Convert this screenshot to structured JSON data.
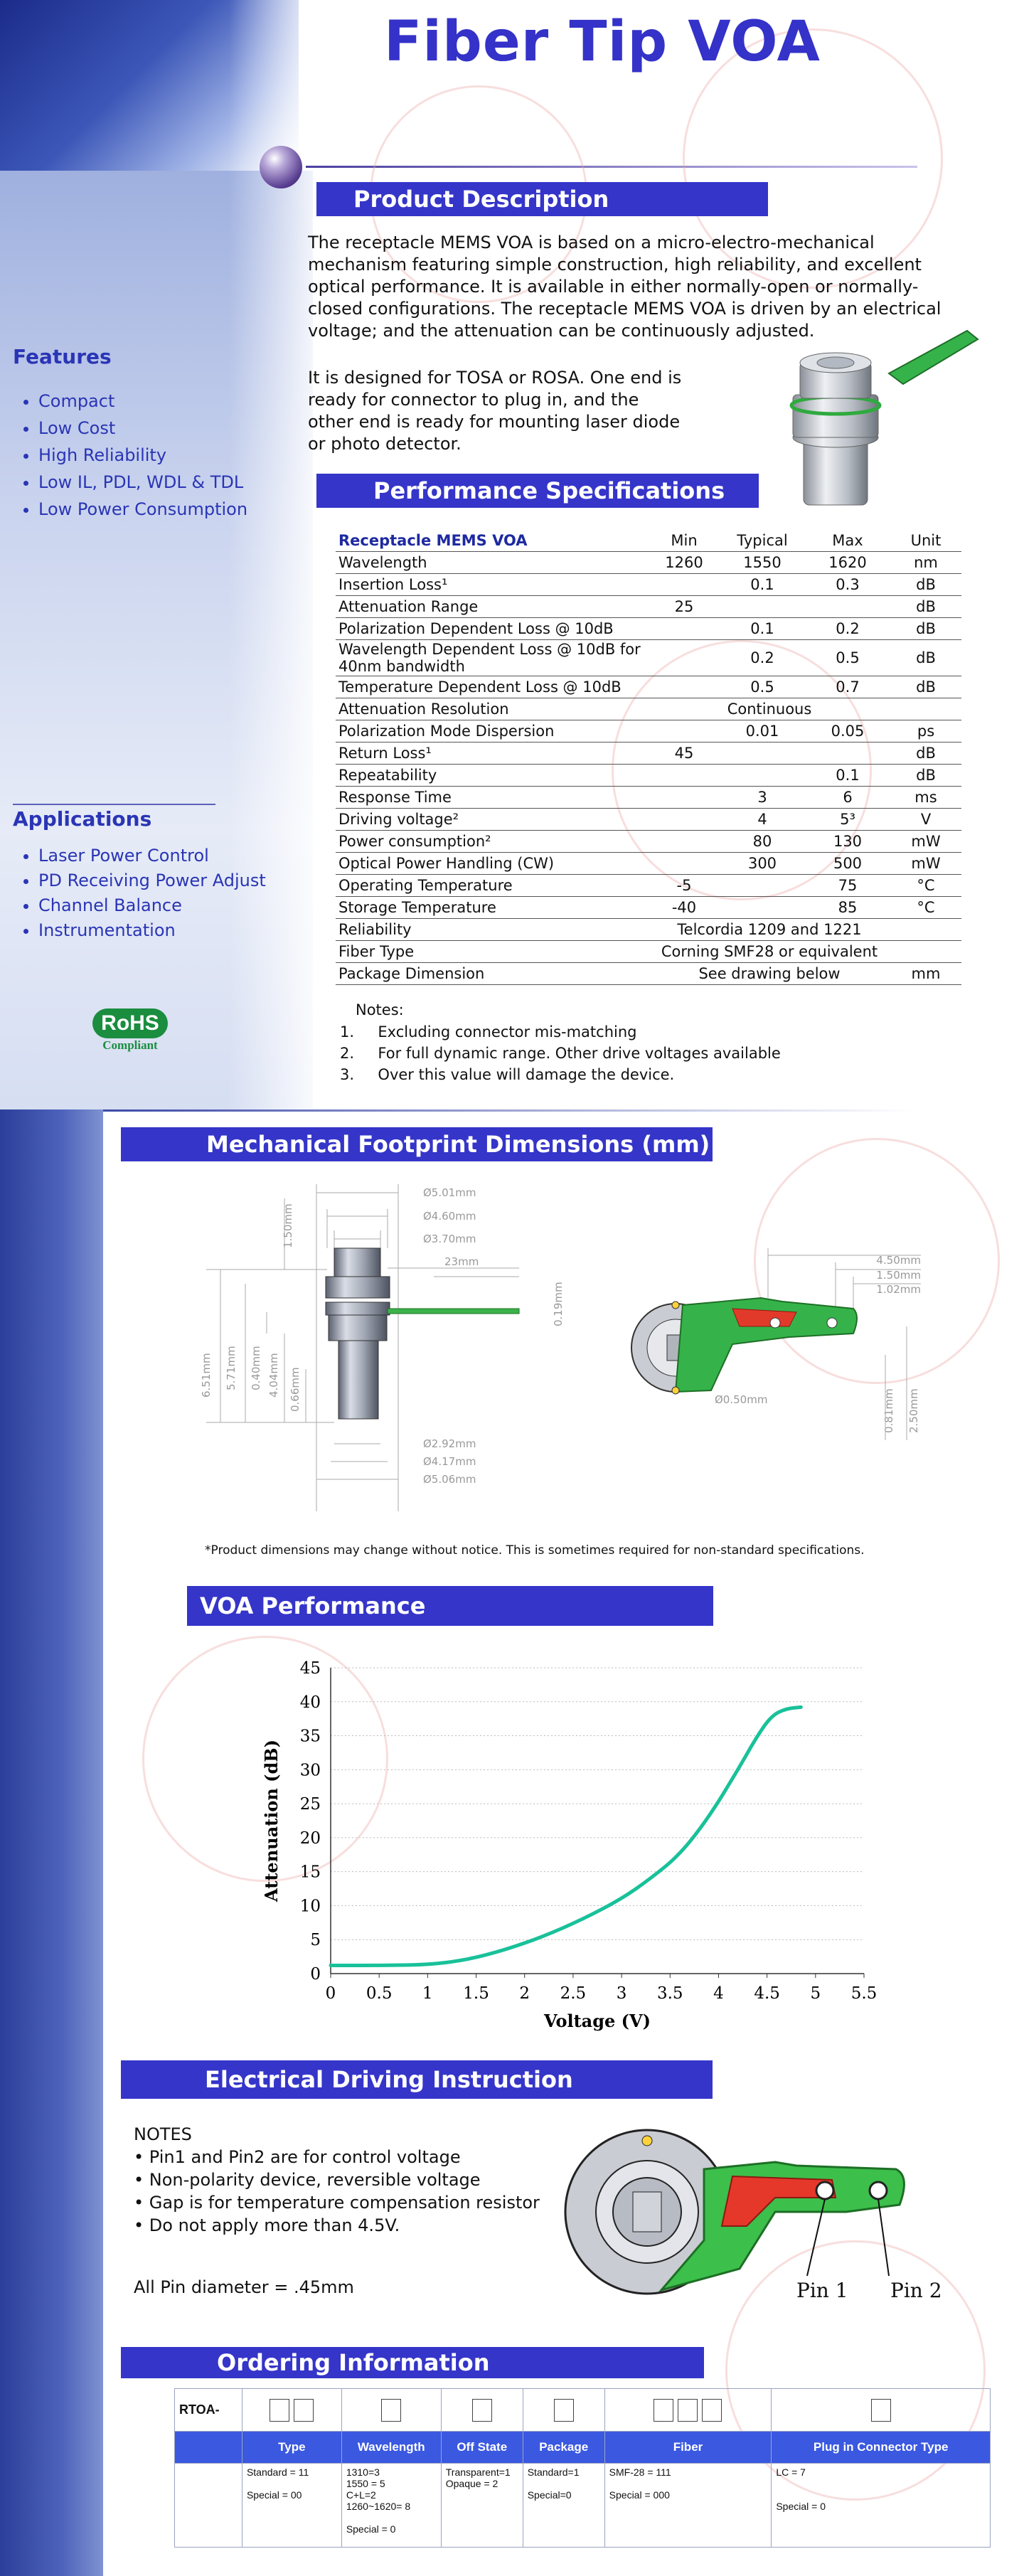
{
  "title": "Fiber Tip VOA",
  "product_description": {
    "heading": "Product Description",
    "para1": "The receptacle MEMS VOA is based on a micro-electro-mechanical mechanism featuring simple construction, high reliability, and excellent optical performance. It is available in either normally-open or normally-closed configurations. The receptacle MEMS VOA is driven by an electrical voltage; and the attenuation can be continuously adjusted.",
    "para2_lines": [
      "It is designed for TOSA or ROSA. One end is",
      "ready for connector to plug in, and the",
      "other end is ready for mounting laser diode",
      "or photo detector."
    ]
  },
  "features": {
    "heading": "Features",
    "items": [
      "Compact",
      "Low Cost",
      "High Reliability",
      "Low IL, PDL, WDL & TDL",
      "Low Power Consumption"
    ]
  },
  "applications": {
    "heading": "Applications",
    "items": [
      "Laser Power Control",
      "PD Receiving Power Adjust",
      "Channel Balance",
      "Instrumentation"
    ]
  },
  "rohs": {
    "logo_text": "RoHS",
    "sub": "Compliant"
  },
  "performance": {
    "heading": "Performance Specifications",
    "columns": [
      "Receptacle MEMS VOA",
      "Min",
      "Typical",
      "Max",
      "Unit"
    ],
    "rows": [
      [
        "Wavelength",
        "1260",
        "1550",
        "1620",
        "nm"
      ],
      [
        "Insertion Loss¹",
        "",
        "0.1",
        "0.3",
        "dB"
      ],
      [
        "Attenuation Range",
        "25",
        "",
        "",
        "dB"
      ],
      [
        "Polarization Dependent Loss @ 10dB",
        "",
        "0.1",
        "0.2",
        "dB"
      ],
      [
        "Wavelength Dependent Loss @ 10dB for 40nm bandwidth",
        "",
        "0.2",
        "0.5",
        "dB"
      ],
      [
        "Temperature Dependent Loss @ 10dB",
        "",
        "0.5",
        "0.7",
        "dB"
      ],
      [
        "Attenuation Resolution",
        "",
        "Continuous",
        "",
        ""
      ],
      [
        "Polarization Mode Dispersion",
        "",
        "0.01",
        "0.05",
        "ps"
      ],
      [
        "Return Loss¹",
        "45",
        "",
        "",
        "dB"
      ],
      [
        "Repeatability",
        "",
        "",
        "0.1",
        "dB"
      ],
      [
        "Response Time",
        "",
        "3",
        "6",
        "ms"
      ],
      [
        "Driving voltage²",
        "",
        "4",
        "5³",
        "V"
      ],
      [
        "Power consumption²",
        "",
        "80",
        "130",
        "mW"
      ],
      [
        "Optical Power Handling (CW)",
        "",
        "300",
        "500",
        "mW"
      ],
      [
        "Operating Temperature",
        "-5",
        "",
        "75",
        "°C"
      ],
      [
        "Storage Temperature",
        "-40",
        "",
        "85",
        "°C"
      ],
      [
        "Reliability",
        "",
        "Telcordia 1209 and 1221",
        "",
        ""
      ],
      [
        "Fiber Type",
        "",
        "Corning SMF28 or equivalent",
        "",
        ""
      ],
      [
        "Package Dimension",
        "",
        "See drawing below",
        "",
        "mm"
      ]
    ],
    "notes_label": "Notes:",
    "notes": [
      "1.     Excluding connector mis-matching",
      "2.     For full dynamic range. Other drive voltages available",
      "3.     Over this value will damage the device."
    ]
  },
  "mechanical": {
    "heading": "Mechanical Footprint Dimensions (mm)",
    "dims": [
      "Ø5.01mm",
      "Ø4.60mm",
      "Ø3.70mm",
      "23mm",
      "0.19mm",
      "1.50mm",
      "6.51mm",
      "5.71mm",
      "0.40mm",
      "4.04mm",
      "0.66mm",
      "Ø2.92mm",
      "Ø4.17mm",
      "Ø5.06mm",
      "4.50mm",
      "1.50mm",
      "1.02mm",
      "Ø0.50mm",
      "0.81mm",
      "2.50mm"
    ],
    "disclaimer": "*Product dimensions may change without notice. This is sometimes required for non-standard specifications."
  },
  "voa_performance": {
    "heading": "VOA Performance"
  },
  "chart_data": {
    "type": "line",
    "xlabel": "Voltage (V)",
    "ylabel": "Attenuation (dB)",
    "xlim": [
      0,
      5.5
    ],
    "ylim": [
      0,
      45
    ],
    "xticks": [
      "0",
      "0.5",
      "1",
      "1.5",
      "2",
      "2.5",
      "3",
      "3.5",
      "4",
      "4.5",
      "5",
      "5.5"
    ],
    "yticks": [
      "0",
      "5",
      "10",
      "15",
      "20",
      "25",
      "30",
      "35",
      "40",
      "45"
    ],
    "grid": "horizontal dotted",
    "color": "#19c199",
    "x": [
      0,
      0.5,
      1,
      1.4,
      1.8,
      2.2,
      2.6,
      3.0,
      3.3,
      3.6,
      3.9,
      4.2,
      4.4,
      4.55,
      4.7,
      4.85
    ],
    "y": [
      1.2,
      1.2,
      1.3,
      2.0,
      3.5,
      5.5,
      8.0,
      11.0,
      14.0,
      17.5,
      23.0,
      30.0,
      35.0,
      38.0,
      39.0,
      39.2
    ]
  },
  "electrical": {
    "heading": "Electrical Driving Instruction",
    "notes_title": "NOTES",
    "notes": [
      "Pin1 and Pin2 are for control voltage",
      "Non-polarity device, reversible voltage",
      "Gap is for temperature compensation resistor",
      "Do not apply more than 4.5V."
    ],
    "pin_diameter": "All Pin diameter = .45mm",
    "pin1": "Pin 1",
    "pin2": "Pin 2"
  },
  "ordering": {
    "heading": "Ordering Information",
    "prefix": "RTOA-",
    "columns": [
      "Type",
      "Wavelength",
      "Off State",
      "Package",
      "Fiber",
      "Plug in Connector Type"
    ],
    "cells": [
      [
        "Standard = 11",
        "",
        "Special = 00"
      ],
      [
        "1310=3",
        "1550 = 5",
        "C+L=2",
        "1260~1620= 8",
        "",
        "Special = 0"
      ],
      [
        "Transparent=1",
        "Opaque = 2"
      ],
      [
        "Standard=1",
        "",
        "Special=0"
      ],
      [
        "SMF-28 = 111",
        "",
        "Special = 000"
      ],
      [
        "LC = 7",
        "",
        "",
        "Special = 0"
      ]
    ]
  }
}
